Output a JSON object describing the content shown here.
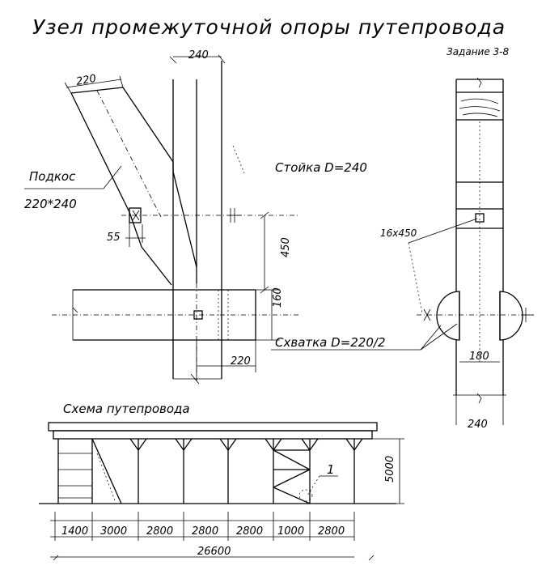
{
  "title": "Узел промежуточной опоры путепровода",
  "assignment": "Задание 3-8",
  "node_labels": {
    "strut_name": "Подкос",
    "strut_size": "220*240",
    "post": "Стойка D=240",
    "clamp": "Схватка D=220/2",
    "bolt": "16х450"
  },
  "node_dims": {
    "post_width": "240",
    "strut_width": "220",
    "offset_55": "55",
    "height_450": "450",
    "clamp_160": "160",
    "clamp_220": "220",
    "side_180": "180",
    "side_240": "240"
  },
  "scheme": {
    "title": "Схема путепровода",
    "callout": "1",
    "height": "5000",
    "spans": [
      "1400",
      "3000",
      "2800",
      "2800",
      "2800",
      "1000",
      "2800"
    ],
    "total": "26600"
  }
}
